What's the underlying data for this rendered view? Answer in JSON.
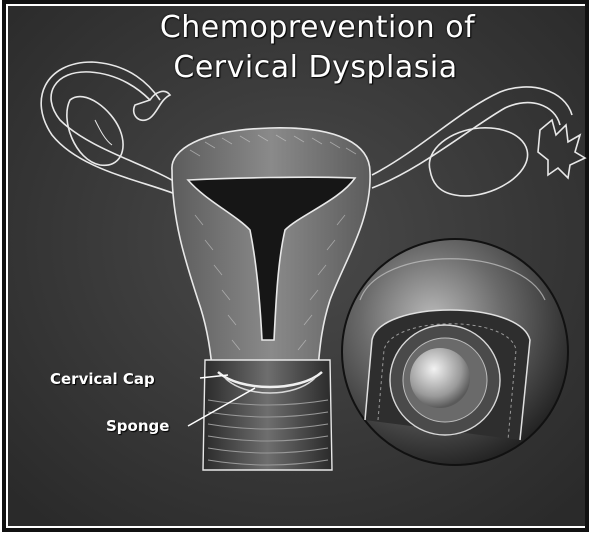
{
  "title": {
    "line1": "Chemoprevention of",
    "line2": "Cervical Dysplasia"
  },
  "labels": {
    "cervical_cap": "Cervical Cap",
    "sponge": "Sponge"
  },
  "colors": {
    "background": "#3a3a3a",
    "outline": "#e8e8e8",
    "text": "#ffffff"
  }
}
